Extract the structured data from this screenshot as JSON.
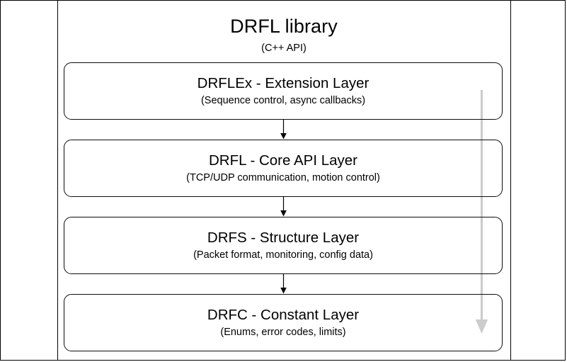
{
  "diagram": {
    "title": "DRFL library",
    "subtitle": "(C++ API)",
    "layers": [
      {
        "name": "DRFLEx - Extension Layer",
        "description": "(Sequence control, async callbacks)"
      },
      {
        "name": "DRFL - Core API Layer",
        "description": "(TCP/UDP communication, motion control)"
      },
      {
        "name": "DRFS - Structure Layer",
        "description": "(Packet format, monitoring, config data)"
      },
      {
        "name": "DRFC - Constant Layer",
        "description": "(Enums, error codes, limits)"
      }
    ],
    "connectors": [
      {
        "icon": "down-arrow-icon",
        "from": "DRFLEx - Extension Layer",
        "to": "DRFL - Core API Layer"
      },
      {
        "icon": "down-arrow-icon",
        "from": "DRFL - Core API Layer",
        "to": "DRFS - Structure Layer"
      },
      {
        "icon": "down-arrow-icon",
        "from": "DRFS - Structure Layer",
        "to": "DRFC - Constant Layer"
      }
    ],
    "side_arrow": {
      "icon": "long-down-arrow-icon",
      "direction": "down"
    },
    "colors": {
      "background": "#ffffff",
      "stroke": "#000000",
      "box_stroke": "#0d0d0d",
      "side_arrow": "#cccccc",
      "text": "#000000"
    }
  }
}
